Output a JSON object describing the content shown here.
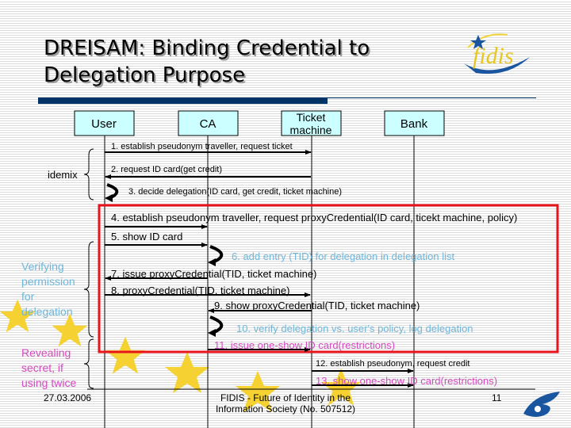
{
  "slide": {
    "title_line1": "DREISAM: Binding Credential to",
    "title_line2": "Delegation Purpose",
    "logo_text": "fidis"
  },
  "actors": [
    "User",
    "CA",
    "Ticket",
    "machine",
    "Bank"
  ],
  "messages": [
    "1. establish pseudonym traveller, request ticket",
    "2. request ID card(get credit)",
    "3. decide delegation(ID card, get credit, ticket machine)",
    "4. establish pseudonym traveller, request proxyCredential(ID card, ticekt machine, policy)",
    "5. show ID card",
    "6. add entry (TID) for delegation in delegation list",
    "7. issue proxyCredential(TID, ticket machine)",
    "8. proxyCredential(TID, ticket machine)",
    "9. show proxyCredential(TID, ticket machine)",
    "10. verify delegation vs. user's policy, log delegation",
    "11. issue one-show ID card(restrictions)",
    "12. establish pseudonym, request credit",
    "13. show one-show ID card(restrictions)"
  ],
  "phases": {
    "idemix": "idemix",
    "verifying": [
      "Verifying",
      "permission",
      "for",
      "delegation"
    ],
    "revealing": [
      "Revealing",
      "secret, if",
      "using twice"
    ]
  },
  "footer": {
    "date": "27.03.2006",
    "center_line1": "FIDIS - Future of Identity in the",
    "center_line2": "Information Society (No. 507512)",
    "page": "11"
  },
  "colors": {
    "navy": "#003366",
    "actor_fill": "#ccffff",
    "highlight_box": "#e8141b",
    "blue_text": "#6fb7d9",
    "magenta_text": "#d44ac0",
    "star": "#f5d232"
  }
}
